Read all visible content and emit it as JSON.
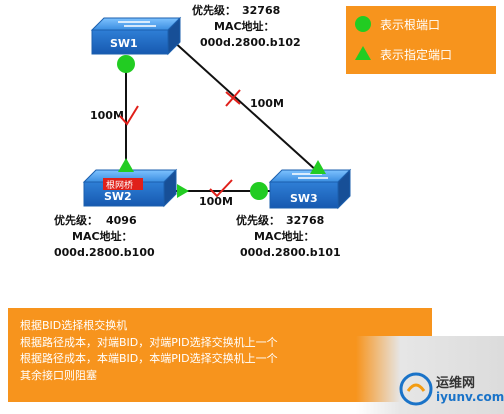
{
  "legend": {
    "root_port": "表示根端口",
    "designated_port": "表示指定端口",
    "box_color": "#f7941d",
    "circle_color": "#22cc22",
    "triangle_color": "#22cc22"
  },
  "switches": {
    "sw1": {
      "label": "SW1",
      "priority_label": "优先级：",
      "priority": "32768",
      "mac_label": "MAC地址：",
      "mac": "000d.2800.b102"
    },
    "sw2": {
      "label": "SW2",
      "badge": "根网桥",
      "priority_label": "优先级：",
      "priority": "4096",
      "mac_label": "MAC地址：",
      "mac": "000d.2800.b100"
    },
    "sw3": {
      "label": "SW3",
      "priority_label": "优先级：",
      "priority": "32768",
      "mac_label": "MAC地址：",
      "mac": "000d.2800.b101"
    }
  },
  "links": {
    "sw1_sw2": "100M",
    "sw1_sw3": "100M",
    "sw2_sw3": "100M"
  },
  "info": {
    "line1": "根据BID选择根交换机",
    "line2": "根据路径成本，对端BID，对端PID选择交换机上一个",
    "line3": "根据路径成本，本端BID，本端PID选择交换机上一个",
    "line4": "其余接口则阻塞"
  },
  "watermark": {
    "title": "运维网",
    "url": "iyunv.com"
  }
}
